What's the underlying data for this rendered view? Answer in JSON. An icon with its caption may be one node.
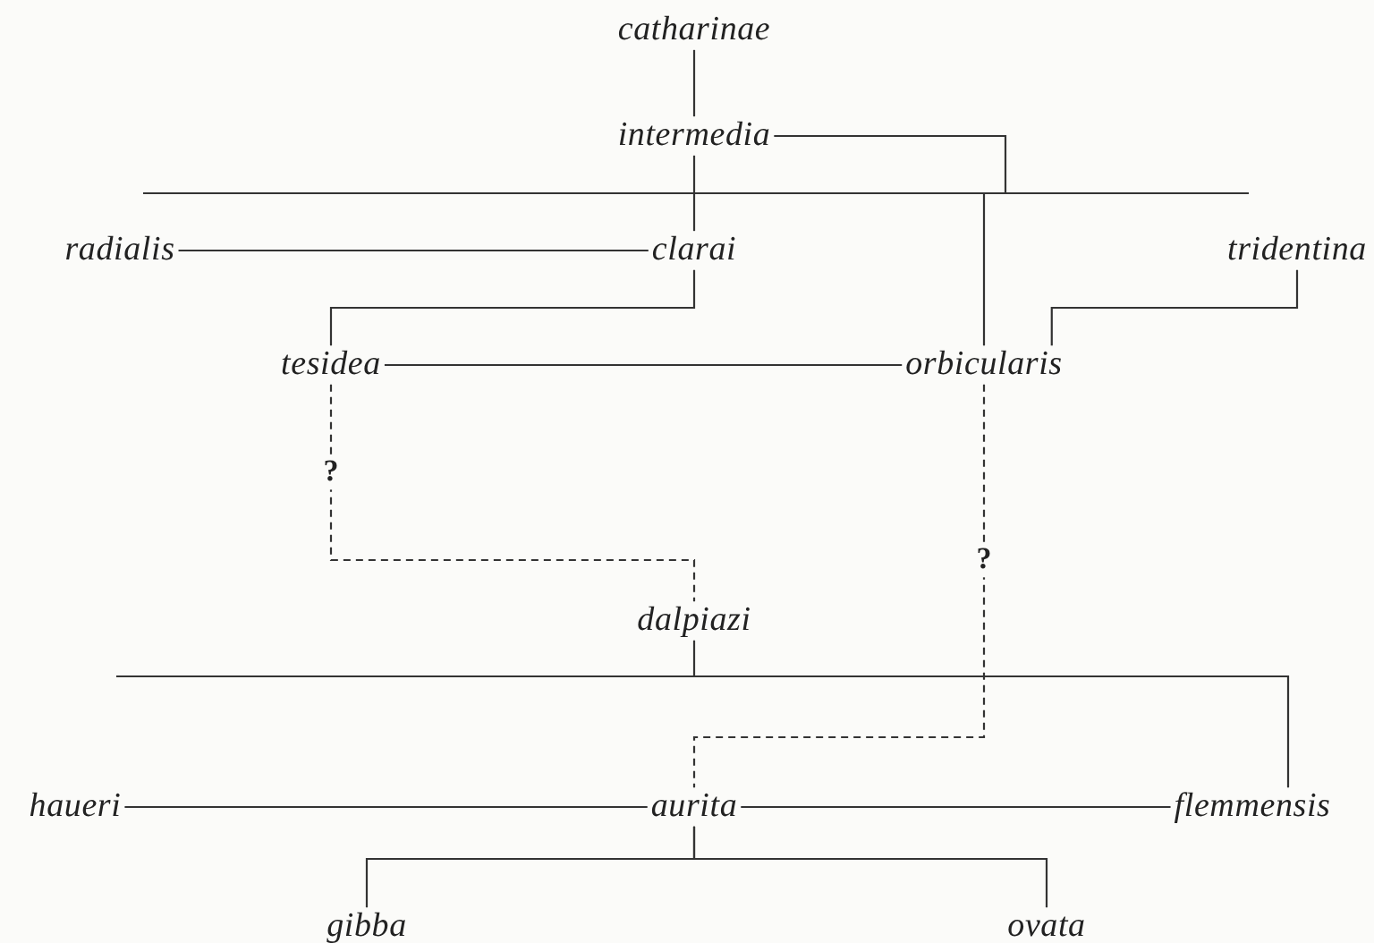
{
  "diagram": {
    "nodes": [
      {
        "text": [
          "catharinae"
        ]
      },
      {
        "text": [
          "intermedia"
        ]
      },
      {
        "text": [
          "radialis"
        ]
      },
      {
        "text": [
          "clarai"
        ]
      },
      {
        "text": [
          "tridentina"
        ]
      },
      {
        "text": [
          "tesidea"
        ]
      },
      {
        "text": [
          "orbicularis"
        ]
      },
      {
        "text": [
          "dalpiazi"
        ]
      },
      {
        "text": [
          "haueri"
        ]
      },
      {
        "text": [
          "aurita"
        ]
      },
      {
        "text": [
          "flemmensis"
        ]
      },
      {
        "text": [
          "gibba"
        ]
      },
      {
        "text": [
          "ovata"
        ]
      }
    ],
    "edges": [
      {
        "from": 0,
        "to": 1,
        "arrow": "none"
      },
      {
        "from": 1,
        "to": 3,
        "arrow": "none"
      },
      {
        "from": 1,
        "to": 6,
        "arrow": "none"
      },
      {
        "from": 2,
        "to": 3,
        "arrow": "none"
      },
      {
        "from": 3,
        "to": 5,
        "arrow": "none"
      },
      {
        "from": 4,
        "to": 6,
        "arrow": "none"
      },
      {
        "from": 5,
        "to": 6,
        "arrow": "none"
      },
      {
        "from": 5,
        "to": 7,
        "arrow": "none",
        "label": "?",
        "style": "dashed"
      },
      {
        "from": 6,
        "to": 9,
        "arrow": "none",
        "label": "?",
        "style": "dashed"
      },
      {
        "from": 7,
        "to": 10,
        "arrow": "none"
      },
      {
        "from": 8,
        "to": 9,
        "arrow": "none"
      },
      {
        "from": 9,
        "to": 10,
        "arrow": "none"
      },
      {
        "from": 9,
        "to": 11,
        "arrow": "none"
      },
      {
        "from": 9,
        "to": 12,
        "arrow": "none"
      }
    ]
  }
}
